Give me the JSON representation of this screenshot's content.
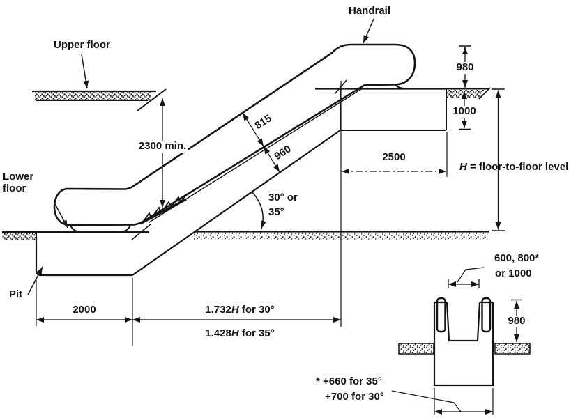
{
  "colors": {
    "ink": "#151515",
    "paper": "#ffffff"
  },
  "labels": {
    "upper_floor": "Upper floor",
    "handrail": "Handrail",
    "lower_floor": "Lower floor",
    "pit": "Pit"
  },
  "dims": {
    "headroom": "2300 min.",
    "balustrade_height": "815",
    "step_band": "960",
    "handrail_above_floor": "980",
    "truss_below_floor": "1000",
    "upper_run": "2500",
    "angle_line1": "30° or",
    "angle_line2": "35°",
    "floor_to_floor": {
      "h": "H",
      "rest": " = floor-to-floor level"
    },
    "lower_run": "2000",
    "run30": {
      "value": "1.732",
      "h": "H",
      "rest": " for 30°"
    },
    "run35": {
      "value": "1.428",
      "h": "H",
      "rest": " for 35°"
    }
  },
  "section": {
    "width_line1": "600, 800*",
    "width_line2": "or 1000",
    "height": "980",
    "footnote_line1": "* +660 for 35°",
    "footnote_line2": "+700 for 30°"
  }
}
